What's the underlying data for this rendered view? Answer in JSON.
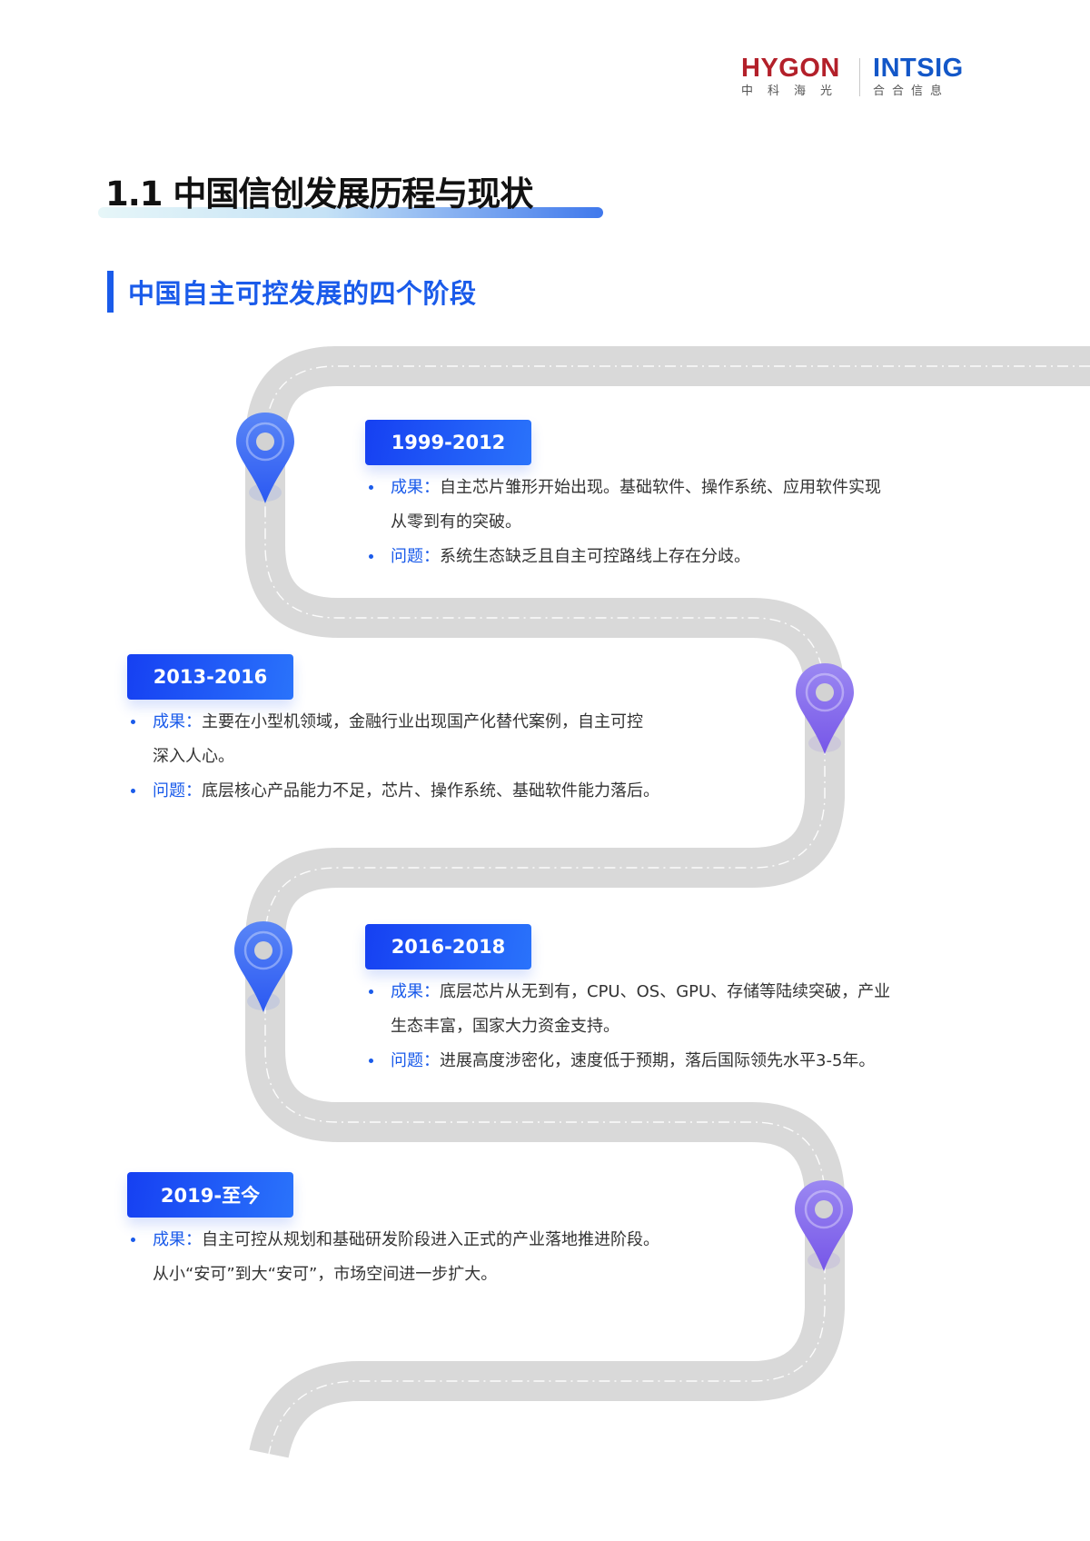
{
  "header": {
    "logos": [
      {
        "name": "HYGON",
        "cn": "中科海光",
        "color": "#b3202a"
      },
      {
        "name": "INTSIG",
        "cn": "合合信息",
        "color": "#1357c8"
      }
    ]
  },
  "page": {
    "title": "1.1 中国信创发展历程与现状",
    "section_title": "中国自主可控发展的四个阶段"
  },
  "colors": {
    "accent": "#1a5bea",
    "road": "#d9d9d9",
    "pin_blue": "#3f6ff5",
    "pin_purple": "#8b74ee"
  },
  "stages": [
    {
      "period": "1999-2012",
      "pin_color": "blue",
      "points": [
        {
          "label": "成果",
          "sep": "：",
          "text": "自主芯片雏形开始出现。基础软件、操作系统、应用软件实现",
          "cont": "从零到有的突破。"
        },
        {
          "label": "问题",
          "sep": "：",
          "text": "系统生态缺乏且自主可控路线上存在分歧。",
          "cont": ""
        }
      ]
    },
    {
      "period": "2013-2016",
      "pin_color": "purple",
      "points": [
        {
          "label": "成果",
          "sep": "：",
          "text": "主要在小型机领域，金融行业出现国产化替代案例，自主可控",
          "cont": "深入人心。"
        },
        {
          "label": "问题",
          "sep": "：",
          "text": "底层核心产品能力不足，芯片、操作系统、基础软件能力落后。",
          "cont": ""
        }
      ]
    },
    {
      "period": "2016-2018",
      "pin_color": "blue",
      "points": [
        {
          "label": "成果",
          "sep": "：",
          "text": "底层芯片从无到有，CPU、OS、GPU、存储等陆续突破，产业",
          "cont": "生态丰富，国家大力资金支持。"
        },
        {
          "label": "问题",
          "sep": "：",
          "text": "进展高度涉密化，速度低于预期，落后国际领先水平3-5年。",
          "cont": ""
        }
      ]
    },
    {
      "period": "2019-至今",
      "pin_color": "purple",
      "points": [
        {
          "label": "成果",
          "sep": "：",
          "text": "自主可控从规划和基础研发阶段进入正式的产业落地推进阶段。",
          "cont": "从小“安可”到大“安可”，市场空间进一步扩大。"
        }
      ]
    }
  ]
}
